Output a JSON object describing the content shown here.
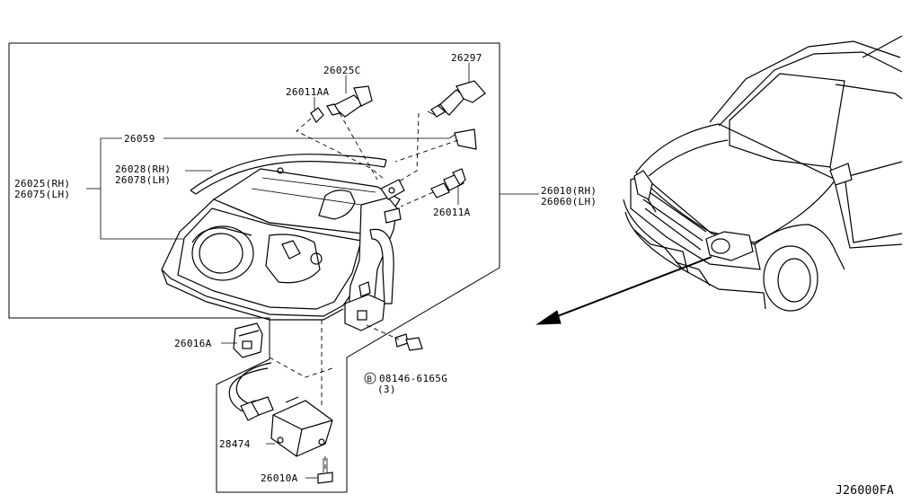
{
  "parts": {
    "p26025C": "26025C",
    "p26297": "26297",
    "p26011AA": "26011AA",
    "p26059": "26059",
    "p26028_rh": "26028(RH)",
    "p26078_lh": "26078(LH)",
    "p26025_rh": "26025(RH)",
    "p26075_lh": "26075(LH)",
    "p26011A": "26011A",
    "p26010_rh": "26010(RH)",
    "p26060_lh": "26060(LH)",
    "p26016A": "26016A",
    "p08146": "08146-6165G",
    "bolt_symbol": "B",
    "bolt_qty": "(3)",
    "p28474": "28474",
    "p26010A": "26010A"
  },
  "diagram_id": "J26000FA"
}
